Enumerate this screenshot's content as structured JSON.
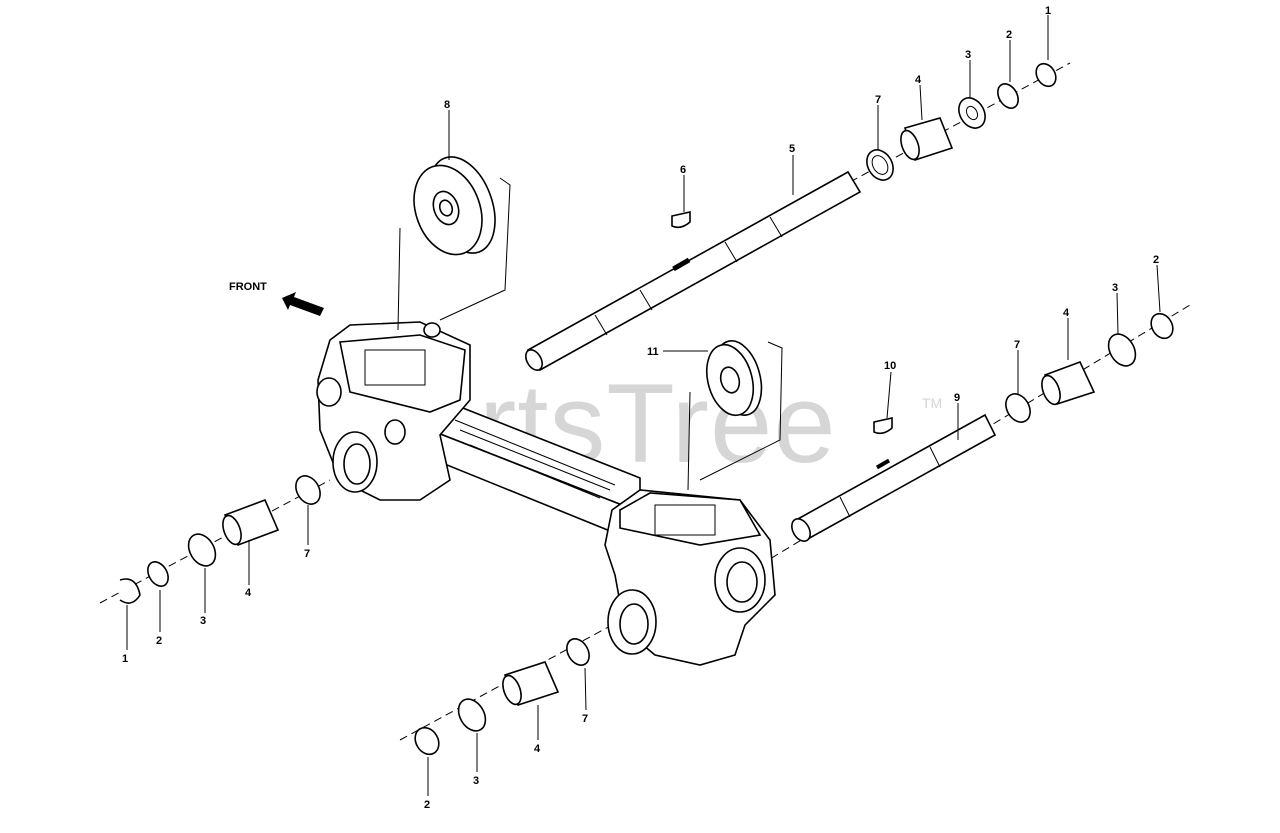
{
  "watermark": {
    "text": "PartsTree",
    "trademark": "TM"
  },
  "front_label": "FRONT",
  "callouts": {
    "upper_right_1": "1",
    "upper_right_2": "2",
    "upper_right_3": "3",
    "upper_right_4": "4",
    "upper_7": "7",
    "upper_5": "5",
    "upper_6": "6",
    "gear_8": "8",
    "mid_right_2": "2",
    "mid_right_3": "3",
    "mid_right_4": "4",
    "mid_right_7": "7",
    "shaft_9": "9",
    "key_10": "10",
    "gear_11": "11",
    "left_7": "7",
    "left_4": "4",
    "left_3": "3",
    "left_2": "2",
    "left_1": "1",
    "bottom_7": "7",
    "bottom_4": "4",
    "bottom_3": "3",
    "bottom_2": "2"
  }
}
